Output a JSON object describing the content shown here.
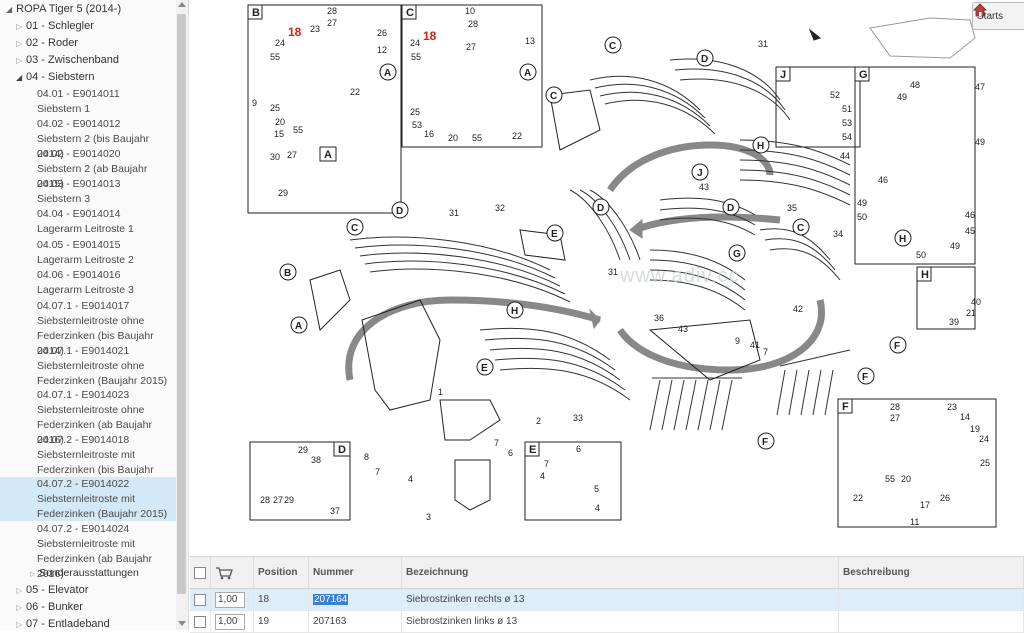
{
  "sidebar": {
    "root": "ROPA Tiger 5 (2014-)",
    "nodes": [
      {
        "label": "01 - Schlegler"
      },
      {
        "label": "02 - Roder"
      },
      {
        "label": "03 - Zwischenband"
      },
      {
        "label": "04 - Siebstern"
      }
    ],
    "leaves": [
      {
        "l1": "04.01 - E9014011",
        "l2": "Siebstern 1",
        "l3": ""
      },
      {
        "l1": "04.02 - E9014012",
        "l2": "Siebstern 2 (bis Baujahr 2014)",
        "l3": ""
      },
      {
        "l1": "04.02 - E9014020",
        "l2": "Siebstern 2 (ab Baujahr 2015)",
        "l3": ""
      },
      {
        "l1": "04.03 - E9014013",
        "l2": "Siebstern 3",
        "l3": ""
      },
      {
        "l1": "04.04 - E9014014",
        "l2": "Lagerarm Leitroste 1",
        "l3": ""
      },
      {
        "l1": "04.05 - E9014015",
        "l2": "Lagerarm Leitroste 2",
        "l3": ""
      },
      {
        "l1": "04.06 - E9014016",
        "l2": "Lagerarm Leitroste 3",
        "l3": ""
      },
      {
        "l1": "04.07.1 - E9014017",
        "l2": "Siebsternleitroste ohne",
        "l3": "Federzinken (bis Baujahr 2014)"
      },
      {
        "l1": "04.07.1 - E9014021",
        "l2": "Siebsternleitroste ohne",
        "l3": "Federzinken (Baujahr 2015)"
      },
      {
        "l1": "04.07.1 - E9014023",
        "l2": "Siebsternleitroste ohne",
        "l3": "Federzinken (ab Baujahr 2016)"
      },
      {
        "l1": "04.07.2 - E9014018",
        "l2": "Siebsternleitroste mit",
        "l3": "Federzinken (bis Baujahr 2014)"
      },
      {
        "l1": "04.07.2 - E9014022",
        "l2": "Siebsternleitroste mit",
        "l3": "Federzinken (Baujahr 2015)"
      },
      {
        "l1": "04.07.2 - E9014024",
        "l2": "Siebsternleitroste mit",
        "l3": "Federzinken (ab Baujahr 2016)"
      }
    ],
    "sub": "Sonderausstattungen",
    "after": [
      {
        "label": "05 - Elevator"
      },
      {
        "label": "06 - Bunker"
      },
      {
        "label": "07 - Entladeband"
      }
    ]
  },
  "toolbar": {
    "start_label": "Starts"
  },
  "diagram": {
    "watermark": "www.adiv.cc",
    "inset_letters": [
      "B",
      "C",
      "A",
      "J",
      "G",
      "H",
      "D",
      "E",
      "F"
    ]
  },
  "table": {
    "headers": {
      "position": "Position",
      "nummer": "Nummer",
      "bezeichnung": "Bezeichnung",
      "beschreibung": "Beschreibung"
    },
    "rows": [
      {
        "qty": "1,00",
        "position": "18",
        "nummer": "207164",
        "bezeichnung": "Siebrostzinken rechts ø 13",
        "beschreibung": ""
      },
      {
        "qty": "1,00",
        "position": "19",
        "nummer": "207163",
        "bezeichnung": "Siebrostzinken links ø 13",
        "beschreibung": ""
      }
    ]
  },
  "colors": {
    "selection": "#d3e9f8",
    "highlight": "#3b80d8",
    "callout_red": "#d0241b"
  }
}
